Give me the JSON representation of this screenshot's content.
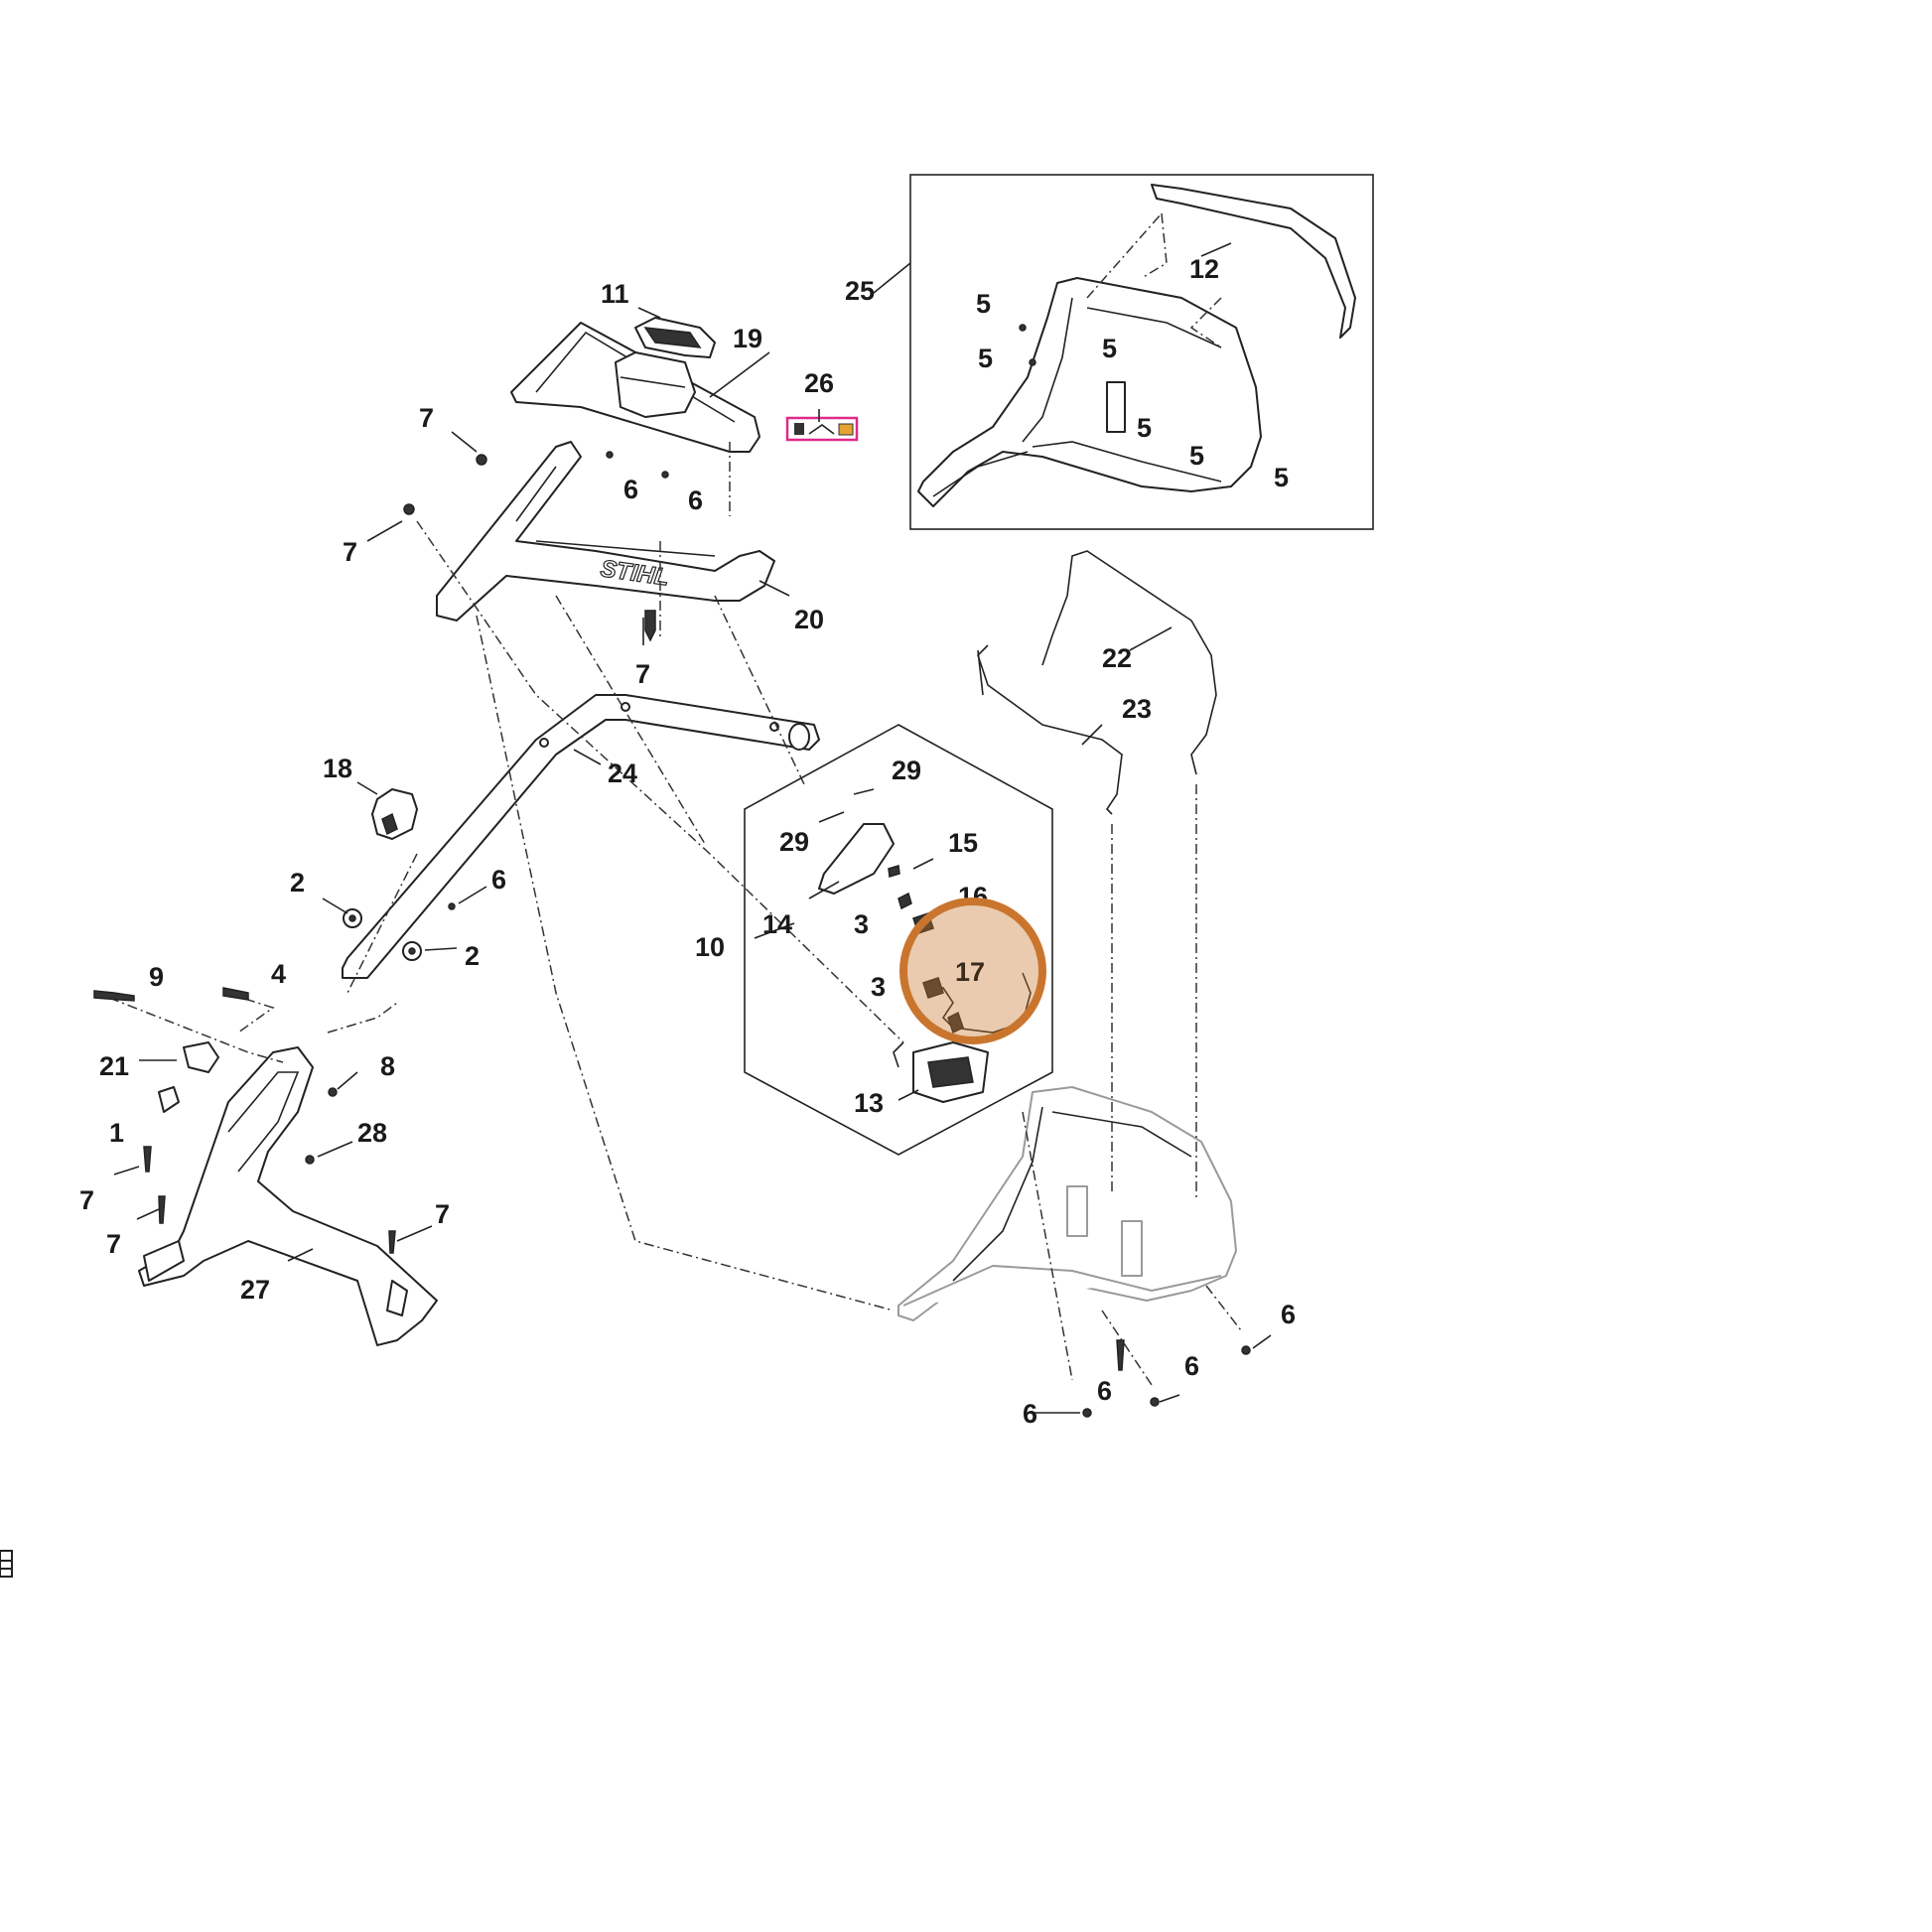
{
  "callouts": {
    "c1": "1",
    "c2a": "2",
    "c2b": "2",
    "c3a": "3",
    "c3b": "3",
    "c4": "4",
    "c5a": "5",
    "c5b": "5",
    "c5c": "5",
    "c5d": "5",
    "c5e": "5",
    "c5f": "5",
    "c6a": "6",
    "c6b": "6",
    "c6c": "6",
    "c6d": "6",
    "c6e": "6",
    "c6f": "6",
    "c6g": "6",
    "c7a": "7",
    "c7b": "7",
    "c7c": "7",
    "c7d": "7",
    "c7e": "7",
    "c7f": "7",
    "c8": "8",
    "c9": "9",
    "c10": "10",
    "c11": "11",
    "c12": "12",
    "c13": "13",
    "c14": "14",
    "c15": "15",
    "c16": "16",
    "c18": "18",
    "c19": "19",
    "c20": "20",
    "c21": "21",
    "c22": "22",
    "c23": "23",
    "c24": "24",
    "c25": "25",
    "c26": "26",
    "c27": "27",
    "c28": "28",
    "c29a": "29",
    "c29b": "29"
  },
  "highlight": {
    "label": "17",
    "color": "#c9752e"
  },
  "brand_mark": "STIHL",
  "colors": {
    "highlight": "#c9752e",
    "label_box": "#e0298a",
    "line": "#222222"
  }
}
